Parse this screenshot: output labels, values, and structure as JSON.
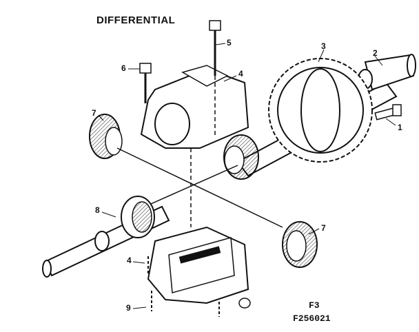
{
  "title": "DIFFERENTIAL",
  "callouts": {
    "c1": "1",
    "c2": "2",
    "c3": "3",
    "c4_top": "4",
    "c4_bottom": "4",
    "c5": "5",
    "c6": "6",
    "c7_left": "7",
    "c7_right": "7",
    "c8": "8",
    "c9": "9"
  },
  "figure": {
    "label": "F3",
    "code": "F256021"
  }
}
